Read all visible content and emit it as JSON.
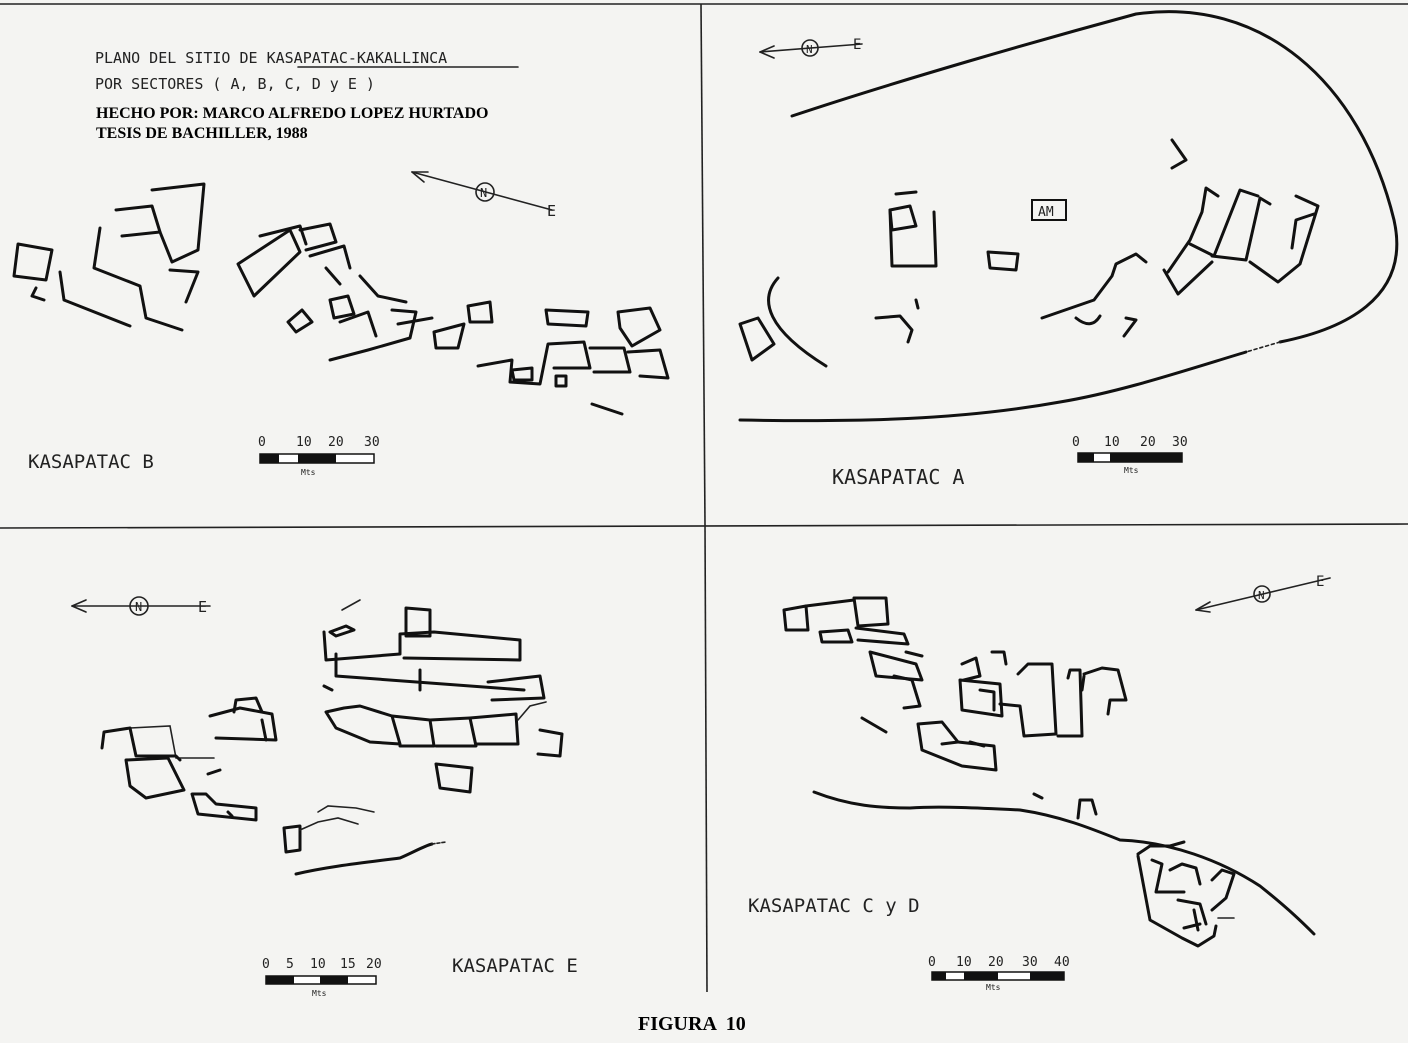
{
  "header": {
    "title_line1": "PLANO DEL SITIO DE KASAPATAC-KAKALLINCA",
    "title_line2": "POR SECTORES ( A, B, C, D y E )",
    "author_line": "HECHO POR: MARCO ALFREDO LOPEZ HURTADO",
    "thesis_line": "TESIS DE BACHILLER, 1988"
  },
  "panels": {
    "b": {
      "label": "KASAPATAC B",
      "scale_ticks": [
        "0",
        "10",
        "20",
        "30"
      ],
      "scale_unit": "Mts"
    },
    "a": {
      "label": "KASAPATAC A",
      "scale_ticks": [
        "0",
        "10",
        "20",
        "30"
      ],
      "scale_unit": "Mts",
      "structure_label": "AM"
    },
    "e": {
      "label": "KASAPATAC E",
      "scale_ticks": [
        "0",
        "5",
        "10",
        "15",
        "20"
      ],
      "scale_unit": "Mts"
    },
    "cd": {
      "label": "KASAPATAC C y D",
      "scale_ticks": [
        "0",
        "10",
        "20",
        "30",
        "40"
      ],
      "scale_unit": "Mts"
    }
  },
  "north_arrow": {
    "north_letter": "N",
    "east_letter": "E"
  },
  "figure_caption": "FIGURA  10"
}
